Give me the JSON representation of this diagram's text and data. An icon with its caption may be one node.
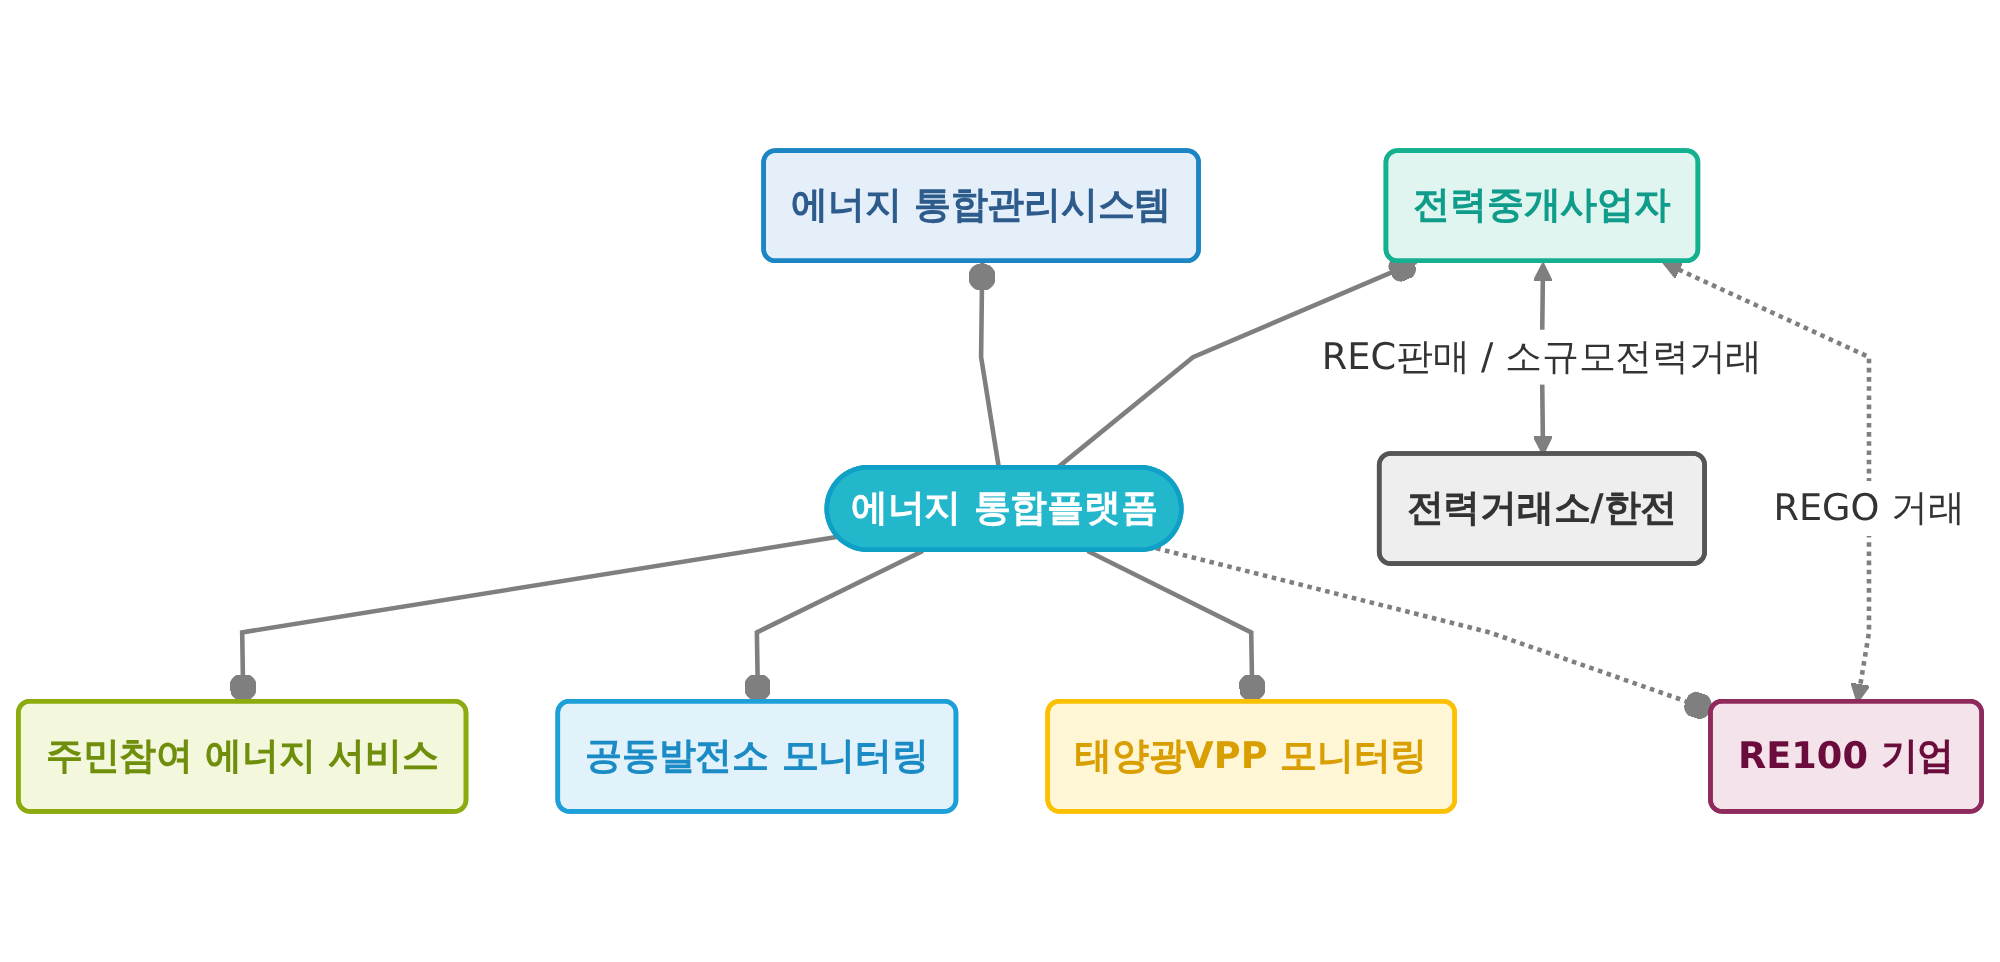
{
  "diagram": {
    "nodes": [
      {
        "text": [
          "에너지 통합관리시스템"
        ]
      },
      {
        "text": [
          "전력중개사업자"
        ]
      },
      {
        "text": [
          "전력거래소/한전"
        ]
      },
      {
        "text": [
          "에너지 통합플랫폼"
        ]
      },
      {
        "text": [
          "주민참여 에너지 서비스"
        ]
      },
      {
        "text": [
          "공동발전소 모니터링"
        ]
      },
      {
        "text": [
          "태양광VPP 모니터링"
        ]
      },
      {
        "text": [
          "RE100 기업"
        ]
      }
    ],
    "edges": [
      {
        "from": 3,
        "to": 0,
        "arrow": "other"
      },
      {
        "from": 3,
        "to": 1,
        "arrow": "other"
      },
      {
        "from": 1,
        "to": 2,
        "arrow": "both",
        "label": "REC판매 / 소규모전력거래"
      },
      {
        "from": 1,
        "to": 7,
        "arrow": "both",
        "style": "dashed",
        "label": "REGO 거래"
      },
      {
        "from": 3,
        "to": 4,
        "arrow": "other"
      },
      {
        "from": 3,
        "to": 5,
        "arrow": "other"
      },
      {
        "from": 3,
        "to": 6,
        "arrow": "other"
      },
      {
        "from": 3,
        "to": 7,
        "arrow": "other",
        "style": "dashed"
      }
    ]
  }
}
